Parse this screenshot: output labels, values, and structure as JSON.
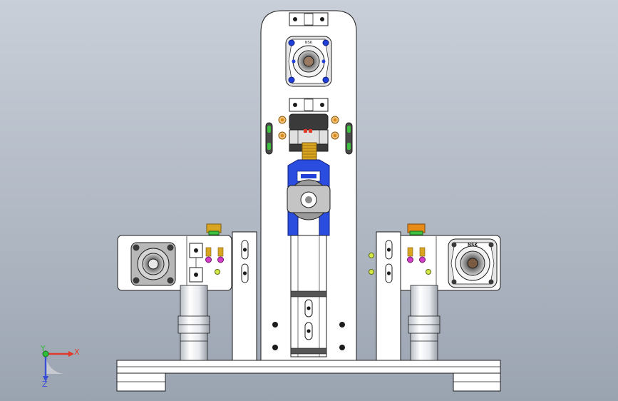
{
  "viewport": {
    "background_top": "#c9cfd8",
    "background_bottom": "#9aa3b0"
  },
  "triad": {
    "x_label": "X",
    "y_label": "Y",
    "z_label": "Z",
    "x_color": "#e23a2a",
    "y_color": "#2fbf3a",
    "z_color": "#3a4fd8"
  },
  "colors": {
    "part_fill": "#ffffff",
    "edge": "#1c1c1c",
    "bolt_blue": "#1f3fd8",
    "brass": "#d9a520",
    "magenta": "#d23cc8",
    "green": "#3fbf3f",
    "orange": "#e88a18",
    "bearing_gray": "#8a8a8a",
    "bearing_light": "#c8c8c8"
  },
  "bearing_labels": {
    "right": "NSK",
    "top": "NSK"
  }
}
